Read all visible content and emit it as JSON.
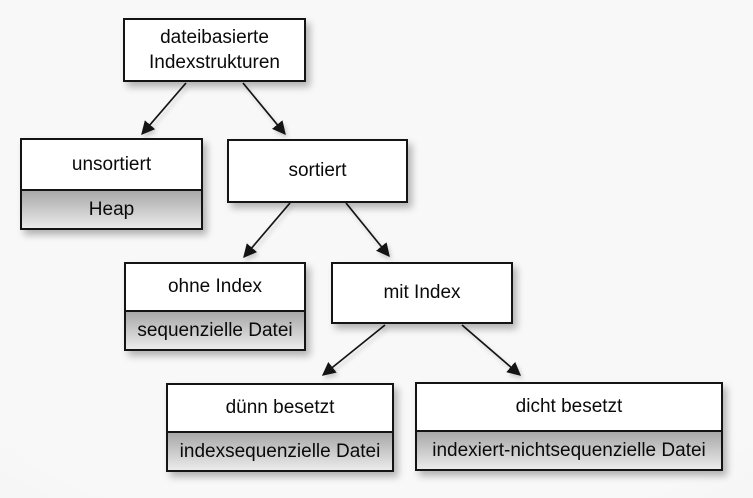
{
  "diagram": {
    "title": "dateibasierte Indexstrukturen",
    "nodes": {
      "root": {
        "label": "dateibasierte\nIndexstrukturen"
      },
      "unsortiert": {
        "label": "unsortiert",
        "sublabel": "Heap"
      },
      "sortiert": {
        "label": "sortiert"
      },
      "ohne_index": {
        "label": "ohne Index",
        "sublabel": "sequenzielle Datei"
      },
      "mit_index": {
        "label": "mit Index"
      },
      "duenn_besetzt": {
        "label": "dünn besetzt",
        "sublabel": "indexsequenzielle Datei"
      },
      "dicht_besetzt": {
        "label": "dicht besetzt",
        "sublabel": "indexiert-nichtsequenzielle Datei"
      }
    },
    "edges": [
      {
        "from": "root",
        "to": "unsortiert"
      },
      {
        "from": "root",
        "to": "sortiert"
      },
      {
        "from": "sortiert",
        "to": "ohne_index"
      },
      {
        "from": "sortiert",
        "to": "mit_index"
      },
      {
        "from": "mit_index",
        "to": "duenn_besetzt"
      },
      {
        "from": "mit_index",
        "to": "dicht_besetzt"
      }
    ]
  },
  "colors": {
    "background-outer": "#ececec",
    "background-inner": "#f8f8f8",
    "node-fill": "#ffffff",
    "node-border": "#141414",
    "sub-gradient-top": "#a8a8a8",
    "sub-gradient-bottom": "#ebebeb",
    "arrow": "#141414",
    "text": "#0a0a0a"
  }
}
